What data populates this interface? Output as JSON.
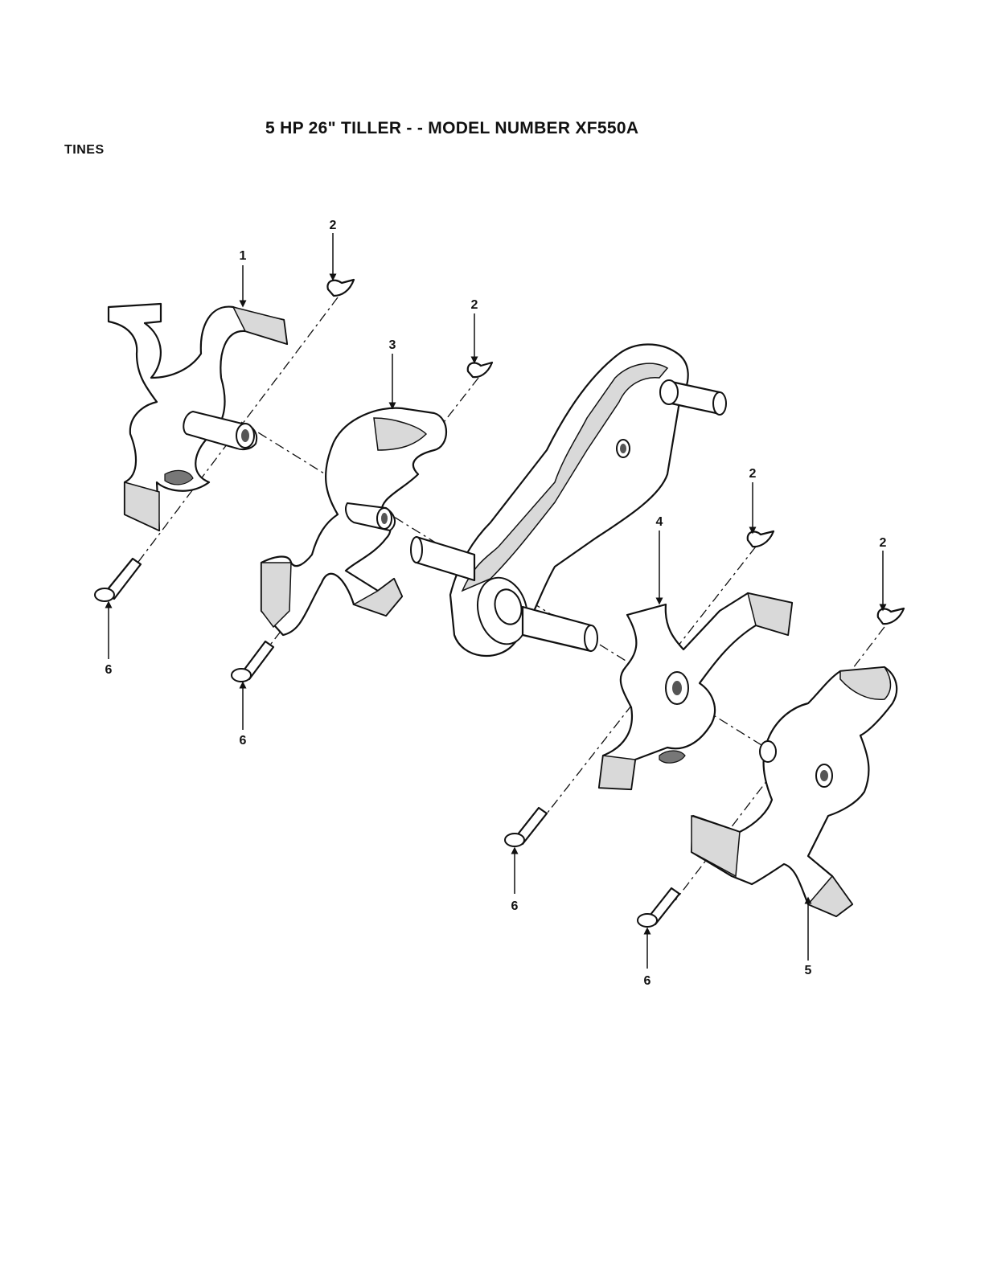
{
  "header": {
    "title": "5 HP  26\" TILLER - - MODEL NUMBER XF550A",
    "section": "TINES"
  },
  "callouts": {
    "c1": "1",
    "c2a": "2",
    "c2b": "2",
    "c2c": "2",
    "c2d": "2",
    "c3": "3",
    "c4": "4",
    "c5": "5",
    "c6a": "6",
    "c6b": "6",
    "c6c": "6",
    "c6d": "6"
  }
}
